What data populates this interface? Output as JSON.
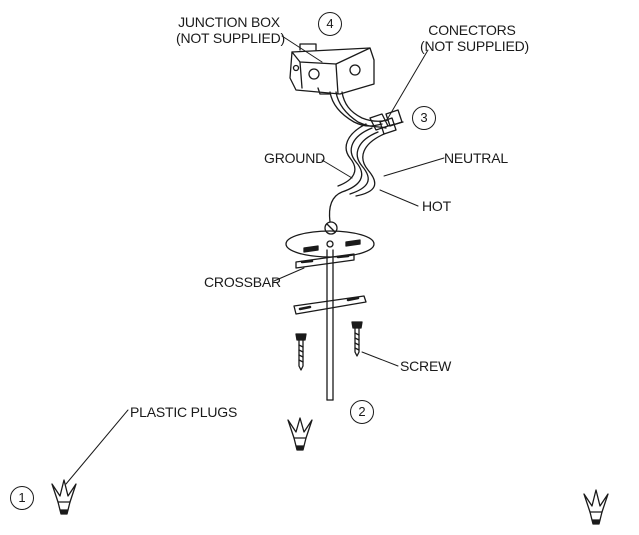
{
  "labels": {
    "junction_box_line1": "JUNCTION BOX",
    "junction_box_line2": "(NOT SUPPLIED)",
    "conectors_line1": "CONECTORS",
    "conectors_line2": "(NOT SUPPLIED)",
    "ground": "GROUND",
    "neutral": "NEUTRAL",
    "hot": "HOT",
    "crossbar": "CROSSBAR",
    "screw": "SCREW",
    "plastic_plugs": "PLASTIC PLUGS"
  },
  "steps": {
    "one": "1",
    "two": "2",
    "three": "3",
    "four": "4"
  }
}
